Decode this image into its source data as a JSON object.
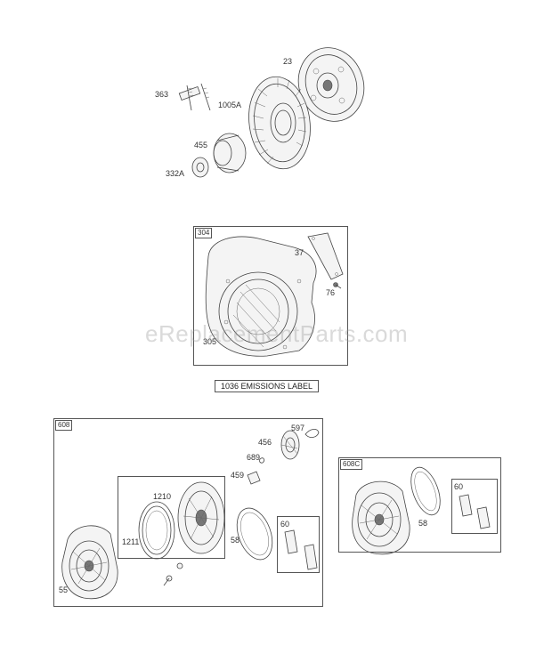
{
  "watermark": "eReplacementParts.com",
  "emissions_label": "1036 EMISSIONS LABEL",
  "group_tags": {
    "shroud": "304",
    "starter_left": "608",
    "starter_right": "608C"
  },
  "part_labels": {
    "p23": "23",
    "p363": "363",
    "p1005a": "1005A",
    "p455": "455",
    "p332a": "332A",
    "p37": "37",
    "p76": "76",
    "p305": "305",
    "p597": "597",
    "p456": "456",
    "p689": "689",
    "p459": "459",
    "p1210": "1210",
    "p1211": "1211",
    "p58": "58",
    "p60": "60",
    "p55": "55",
    "p58c": "58",
    "p60c": "60"
  }
}
